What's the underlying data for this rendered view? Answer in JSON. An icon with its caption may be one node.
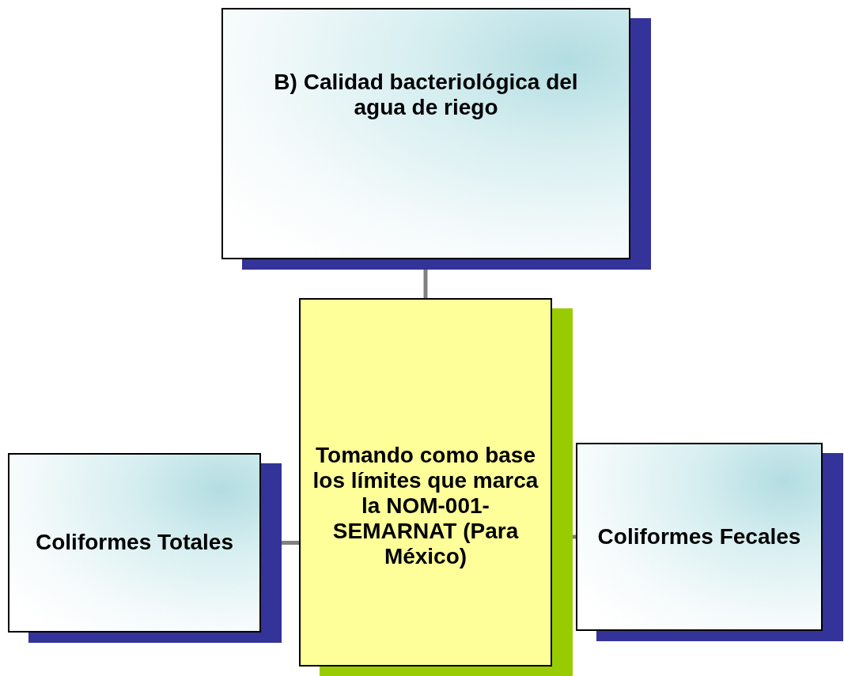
{
  "diagram": {
    "nodes": [
      {
        "text": [
          "B) Calidad bacteriológica del agua de riego"
        ]
      },
      {
        "text": [
          "Tomando como base los límites que marca la NOM-001-SEMARNAT (Para México)"
        ]
      },
      {
        "text": [
          "Coliformes Totales"
        ]
      },
      {
        "text": [
          "Coliformes Fecales"
        ]
      }
    ],
    "edges": [
      {
        "from": 0,
        "to": 1,
        "arrow": "none"
      },
      {
        "from": 1,
        "to": 2,
        "arrow": "none"
      },
      {
        "from": 1,
        "to": 3,
        "arrow": "none"
      }
    ]
  }
}
